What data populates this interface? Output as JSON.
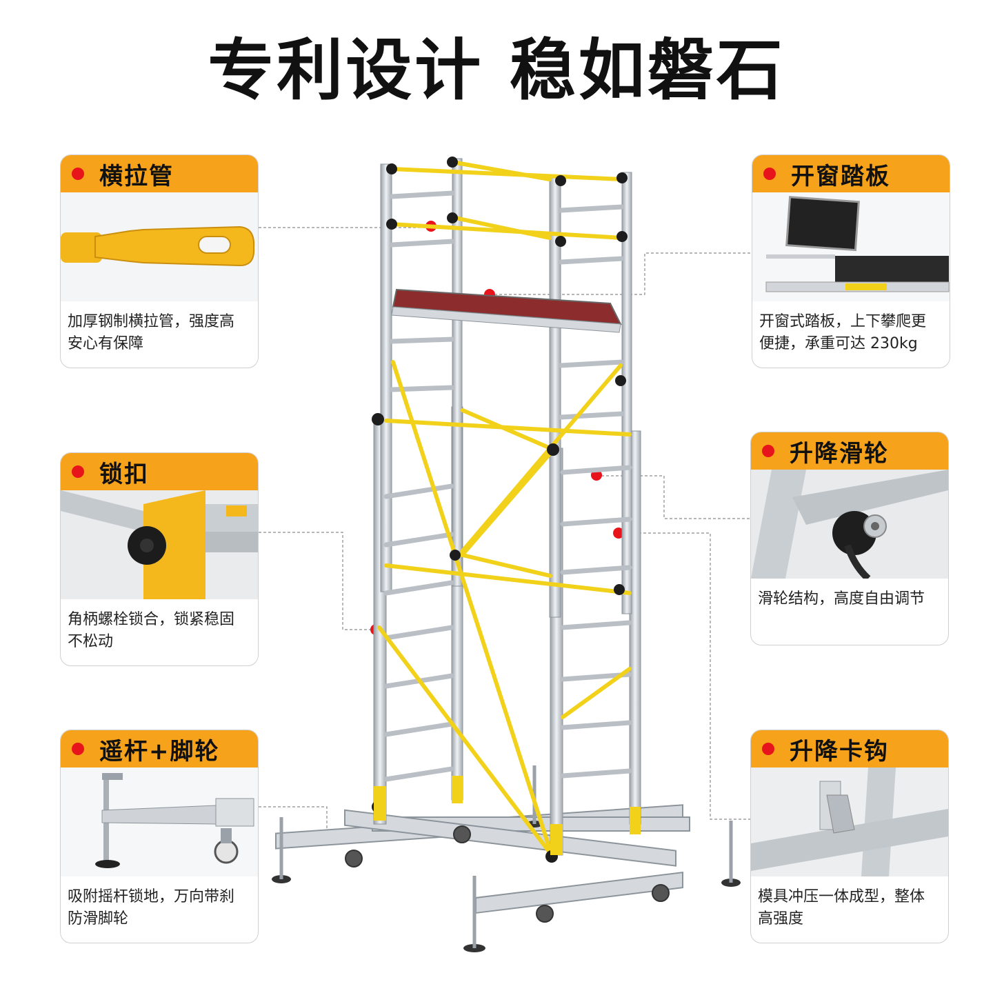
{
  "title": "专利设计 稳如磐石",
  "colors": {
    "accent": "#f7a21b",
    "marker": "#e8141b",
    "rail": "#f2d11a",
    "aluminium": "#c7ccd1"
  },
  "features": [
    {
      "title": "横拉管",
      "desc1": "加厚钢制横拉管，强度高",
      "desc2": "安心有保障",
      "icon": "brace-tube-photo"
    },
    {
      "title": "开窗踏板",
      "desc1": "开窗式踏板，上下攀爬更",
      "desc2": "便捷，承重可达 230kg",
      "icon": "hatch-platform-photo"
    },
    {
      "title": "锁扣",
      "desc1": "角柄螺栓锁合，锁紧稳固",
      "desc2": "不松动",
      "icon": "lock-knob-photo"
    },
    {
      "title": "升降滑轮",
      "desc1": "滑轮结构，高度自由调节",
      "desc2": "",
      "icon": "pulley-photo"
    },
    {
      "title": "遥杆+脚轮",
      "desc1": "吸附摇杆锁地，万向带刹",
      "desc2": "防滑脚轮",
      "icon": "outrigger-caster-photo"
    },
    {
      "title": "升降卡钩",
      "desc1": "模具冲压一体成型，整体",
      "desc2": "高强度",
      "icon": "lift-hook-photo"
    }
  ]
}
